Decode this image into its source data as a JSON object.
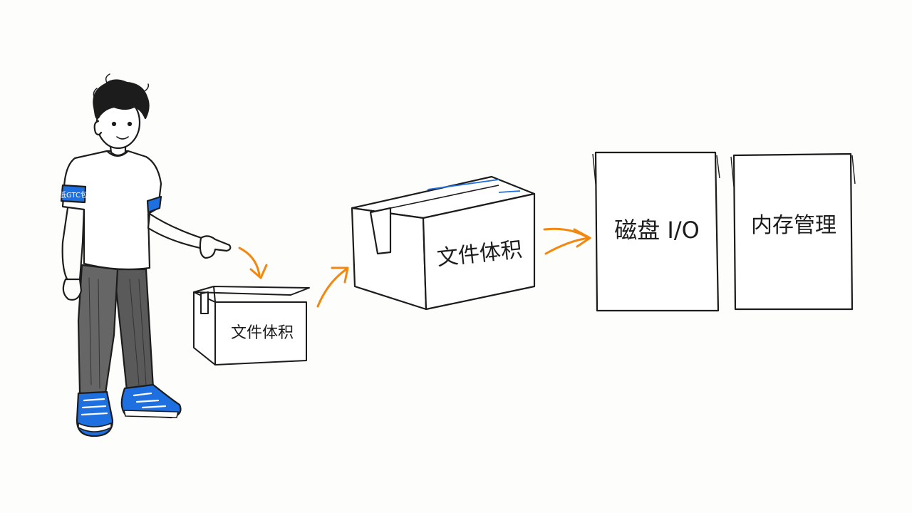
{
  "small_box": {
    "label": "文件体积"
  },
  "large_box": {
    "label": "文件体积"
  },
  "disk_panel": {
    "label": "磁盘 I/O"
  },
  "memory_panel": {
    "label": "内存管理"
  },
  "armband": {
    "text": "低GTC包"
  },
  "colors": {
    "ink": "#1c1c1c",
    "accent_orange": "#f2880f",
    "accent_blue": "#1e6fe0",
    "pants_gray": "#5a5a5a",
    "paper": "#fdfdfc"
  }
}
